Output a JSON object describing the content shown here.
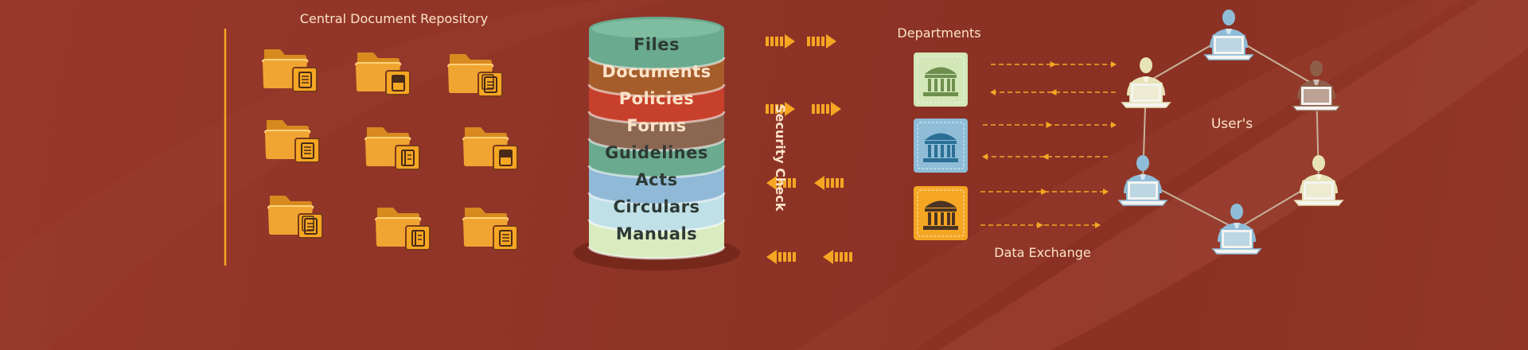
{
  "repository": {
    "title": "Central Document Repository",
    "folders": [
      {
        "badge": "document-icon"
      },
      {
        "badge": "book-icon"
      },
      {
        "badge": "copy-icon"
      },
      {
        "badge": "document-icon"
      },
      {
        "badge": "binder-icon"
      },
      {
        "badge": "book-icon"
      },
      {
        "badge": "copy-icon"
      },
      {
        "badge": "binder-icon"
      },
      {
        "badge": "document-icon"
      }
    ]
  },
  "database": {
    "layers": [
      {
        "label": "Files",
        "color": "#6aaa8e",
        "text_color": "#2d3a36"
      },
      {
        "label": "Documents",
        "color": "#a65d2c",
        "text_color": "#fbe3c8"
      },
      {
        "label": "Policies",
        "color": "#c7402b",
        "text_color": "#fbe3c8"
      },
      {
        "label": "Forms",
        "color": "#8b6651",
        "text_color": "#fbe3c8"
      },
      {
        "label": "Guidelines",
        "color": "#6aaa8e",
        "text_color": "#2d3a36"
      },
      {
        "label": "Acts",
        "color": "#8fb9d6",
        "text_color": "#2d3a36"
      },
      {
        "label": "Circulars",
        "color": "#bfe0e6",
        "text_color": "#2d3a36"
      },
      {
        "label": "Manuals",
        "color": "#d9ecc0",
        "text_color": "#2d3a36"
      }
    ]
  },
  "security": {
    "label": "Security Check"
  },
  "departments": {
    "title": "Departments",
    "items": [
      {
        "name": "department-1",
        "color": "#d3e7b8",
        "building_color": "#6e8f4e"
      },
      {
        "name": "department-2",
        "color": "#8fbdd8",
        "building_color": "#2b6f95"
      },
      {
        "name": "department-3",
        "color": "#f5a623",
        "building_color": "#4a3424"
      }
    ]
  },
  "exchange": {
    "label": "Data Exchange"
  },
  "users": {
    "label": "User's"
  },
  "colors": {
    "background": "#8f3426",
    "folder": "#f0a532",
    "folder_dark": "#d98a1f",
    "arrow": "#f5a623",
    "text": "#fbe3c8",
    "user_light": "#e8e3b8",
    "user_blue": "#8fbdd8",
    "user_brown": "#8e5e49",
    "network_line": "#c6b29a"
  }
}
